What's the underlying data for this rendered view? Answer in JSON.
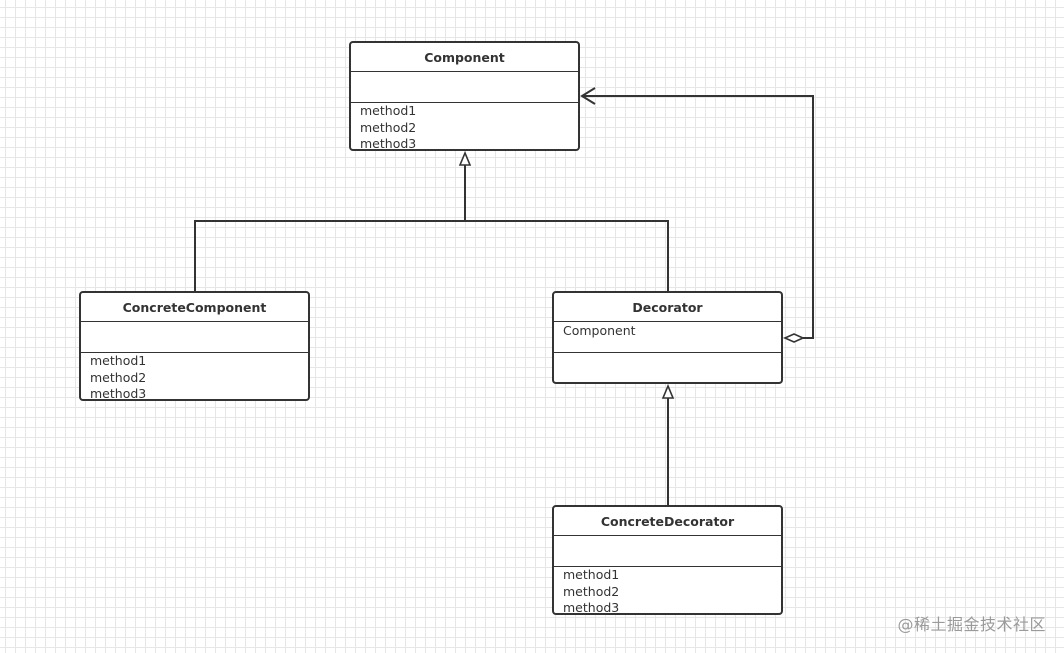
{
  "diagram": {
    "classes": {
      "component": {
        "name": "Component",
        "attributes": [],
        "methods": [
          "method1",
          "method2",
          "method3"
        ]
      },
      "concrete_component": {
        "name": "ConcreteComponent",
        "attributes": [],
        "methods": [
          "method1",
          "method2",
          "method3"
        ]
      },
      "decorator": {
        "name": "Decorator",
        "attributes": [
          "Component"
        ],
        "methods": []
      },
      "concrete_decorator": {
        "name": "ConcreteDecorator",
        "attributes": [],
        "methods": [
          "method1",
          "method2",
          "method3"
        ]
      }
    },
    "relations": [
      {
        "type": "inheritance",
        "from": "ConcreteComponent",
        "to": "Component"
      },
      {
        "type": "inheritance",
        "from": "Decorator",
        "to": "Component"
      },
      {
        "type": "aggregation",
        "from": "Decorator",
        "to": "Component"
      },
      {
        "type": "inheritance",
        "from": "ConcreteDecorator",
        "to": "Decorator"
      }
    ]
  },
  "watermark": "@稀土掘金技术社区",
  "colors": {
    "line": "#333333",
    "grid": "#e6e6e6",
    "background": "#ffffff",
    "watermark": "#9a9a9a"
  }
}
